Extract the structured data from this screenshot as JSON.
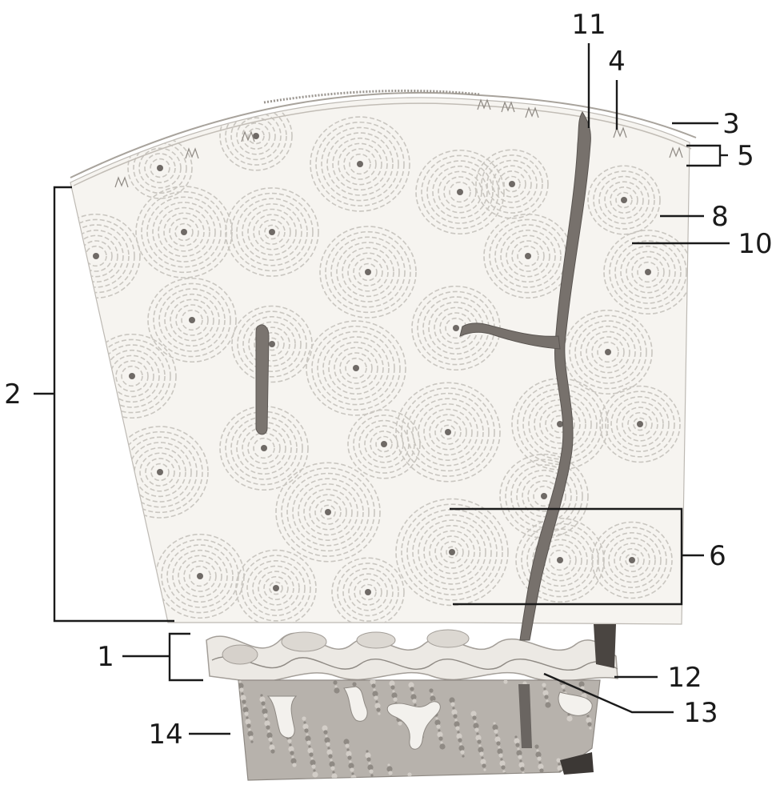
{
  "labels": {
    "l1": "1",
    "l2": "2",
    "l3": "3",
    "l4": "4",
    "l5": "5",
    "l6": "6",
    "l8": "8",
    "l10": "10",
    "l11": "11",
    "l12": "12",
    "l13": "13",
    "l14": "14"
  },
  "colors": {
    "bone_fill": "#f6f4f0",
    "lamella_stroke": "#c9c6c0",
    "canal_fill": "#6f6a66",
    "vessel_fill": "#77716c",
    "marrow_fill": "#b7b2ac",
    "leader_stroke": "#1a1a1a",
    "label_color": "#1a1a1a"
  }
}
